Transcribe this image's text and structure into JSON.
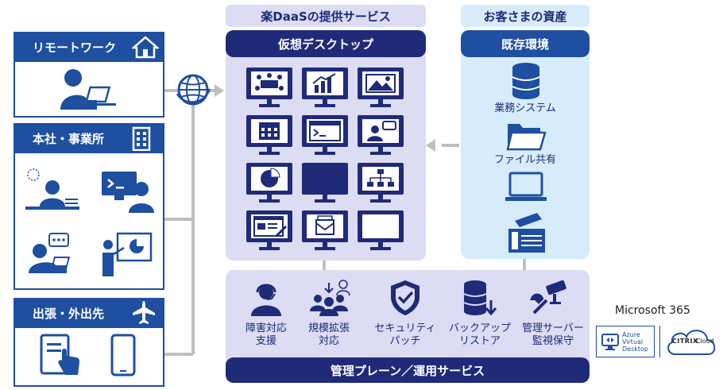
{
  "left": {
    "remote_title": "リモートワーク",
    "office_title": "本社・事業所",
    "travel_title": "出張・外出先"
  },
  "service": {
    "header": "楽DaaSの提供サービス",
    "desktop_title": "仮想デスクトップ",
    "plane_title": "管理プレーン／運用サービス",
    "features": [
      {
        "label1": "障害対応",
        "label2": "支援"
      },
      {
        "label1": "規模拡張",
        "label2": "対応"
      },
      {
        "label1": "セキュリティ",
        "label2": "パッチ"
      },
      {
        "label1": "バックアップ",
        "label2": "リストア"
      },
      {
        "label1": "管理サーバー",
        "label2": "監視保守"
      }
    ]
  },
  "customer": {
    "header": "お客さまの資産",
    "env_title": "既存環境",
    "items": [
      "業務システム",
      "ファイル共有"
    ]
  },
  "brand": {
    "ms365": "Microsoft 365",
    "azure_line1": "Azure",
    "azure_line2": "Virtual",
    "azure_line3": "Desktop",
    "citrix": "CITRIX",
    "cloud": "Cloud"
  },
  "colors": {
    "navy": "#1f2a78",
    "blue": "#1e4fa0",
    "lavender": "#dcdcf3",
    "lightblue": "#d7ecfa",
    "gray": "#bfbfbf"
  }
}
